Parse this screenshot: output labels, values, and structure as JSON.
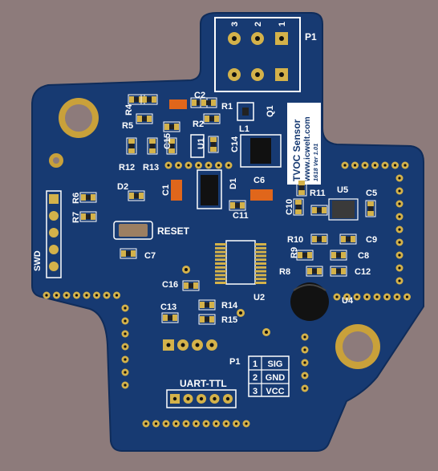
{
  "colors": {
    "background": "#8d7b7b",
    "board": "#173a72",
    "board_edge": "#0f2c5a",
    "silkscreen": "#ffffff",
    "pad_gold": "#d4b24a",
    "copper_ring": "#c9a13a",
    "smd_orange": "#e0661b",
    "chip_black": "#1a1a1a"
  },
  "board_title": "TVOC Sensor",
  "board_url": "www.icwelt.com",
  "board_version": "1618 Ver 1.01",
  "header_p1_top": {
    "label": "P1",
    "pin_numbers": [
      "3",
      "2",
      "1"
    ]
  },
  "labels": {
    "r4": "R4",
    "c2": "C2",
    "r1": "R1",
    "q1": "Q1",
    "r5": "R5",
    "r2": "R2",
    "l1": "L1",
    "c15": "C15",
    "u1": "U1",
    "c14": "C14",
    "r12": "R12",
    "r13": "R13",
    "c1": "C1",
    "d2": "D2",
    "c6": "C6",
    "d1": "D1",
    "r6": "R6",
    "r7": "R7",
    "reset": "RESET",
    "c11": "C11",
    "r11": "R11",
    "u5": "U5",
    "c5": "C5",
    "c10": "C10",
    "c7": "C7",
    "r10": "R10",
    "c9": "C9",
    "r9": "R9",
    "c8": "C8",
    "r8": "R8",
    "c12": "C12",
    "c16": "C16",
    "u2": "U2",
    "u4": "U4",
    "c13": "C13",
    "r14": "R14",
    "r15": "R15",
    "swd": "SWD",
    "uart": "UART-TTL",
    "p1_bottom": "P1"
  },
  "pin_table": [
    {
      "num": "1",
      "name": "SIG"
    },
    {
      "num": "2",
      "name": "GND"
    },
    {
      "num": "3",
      "name": "VCC"
    }
  ]
}
